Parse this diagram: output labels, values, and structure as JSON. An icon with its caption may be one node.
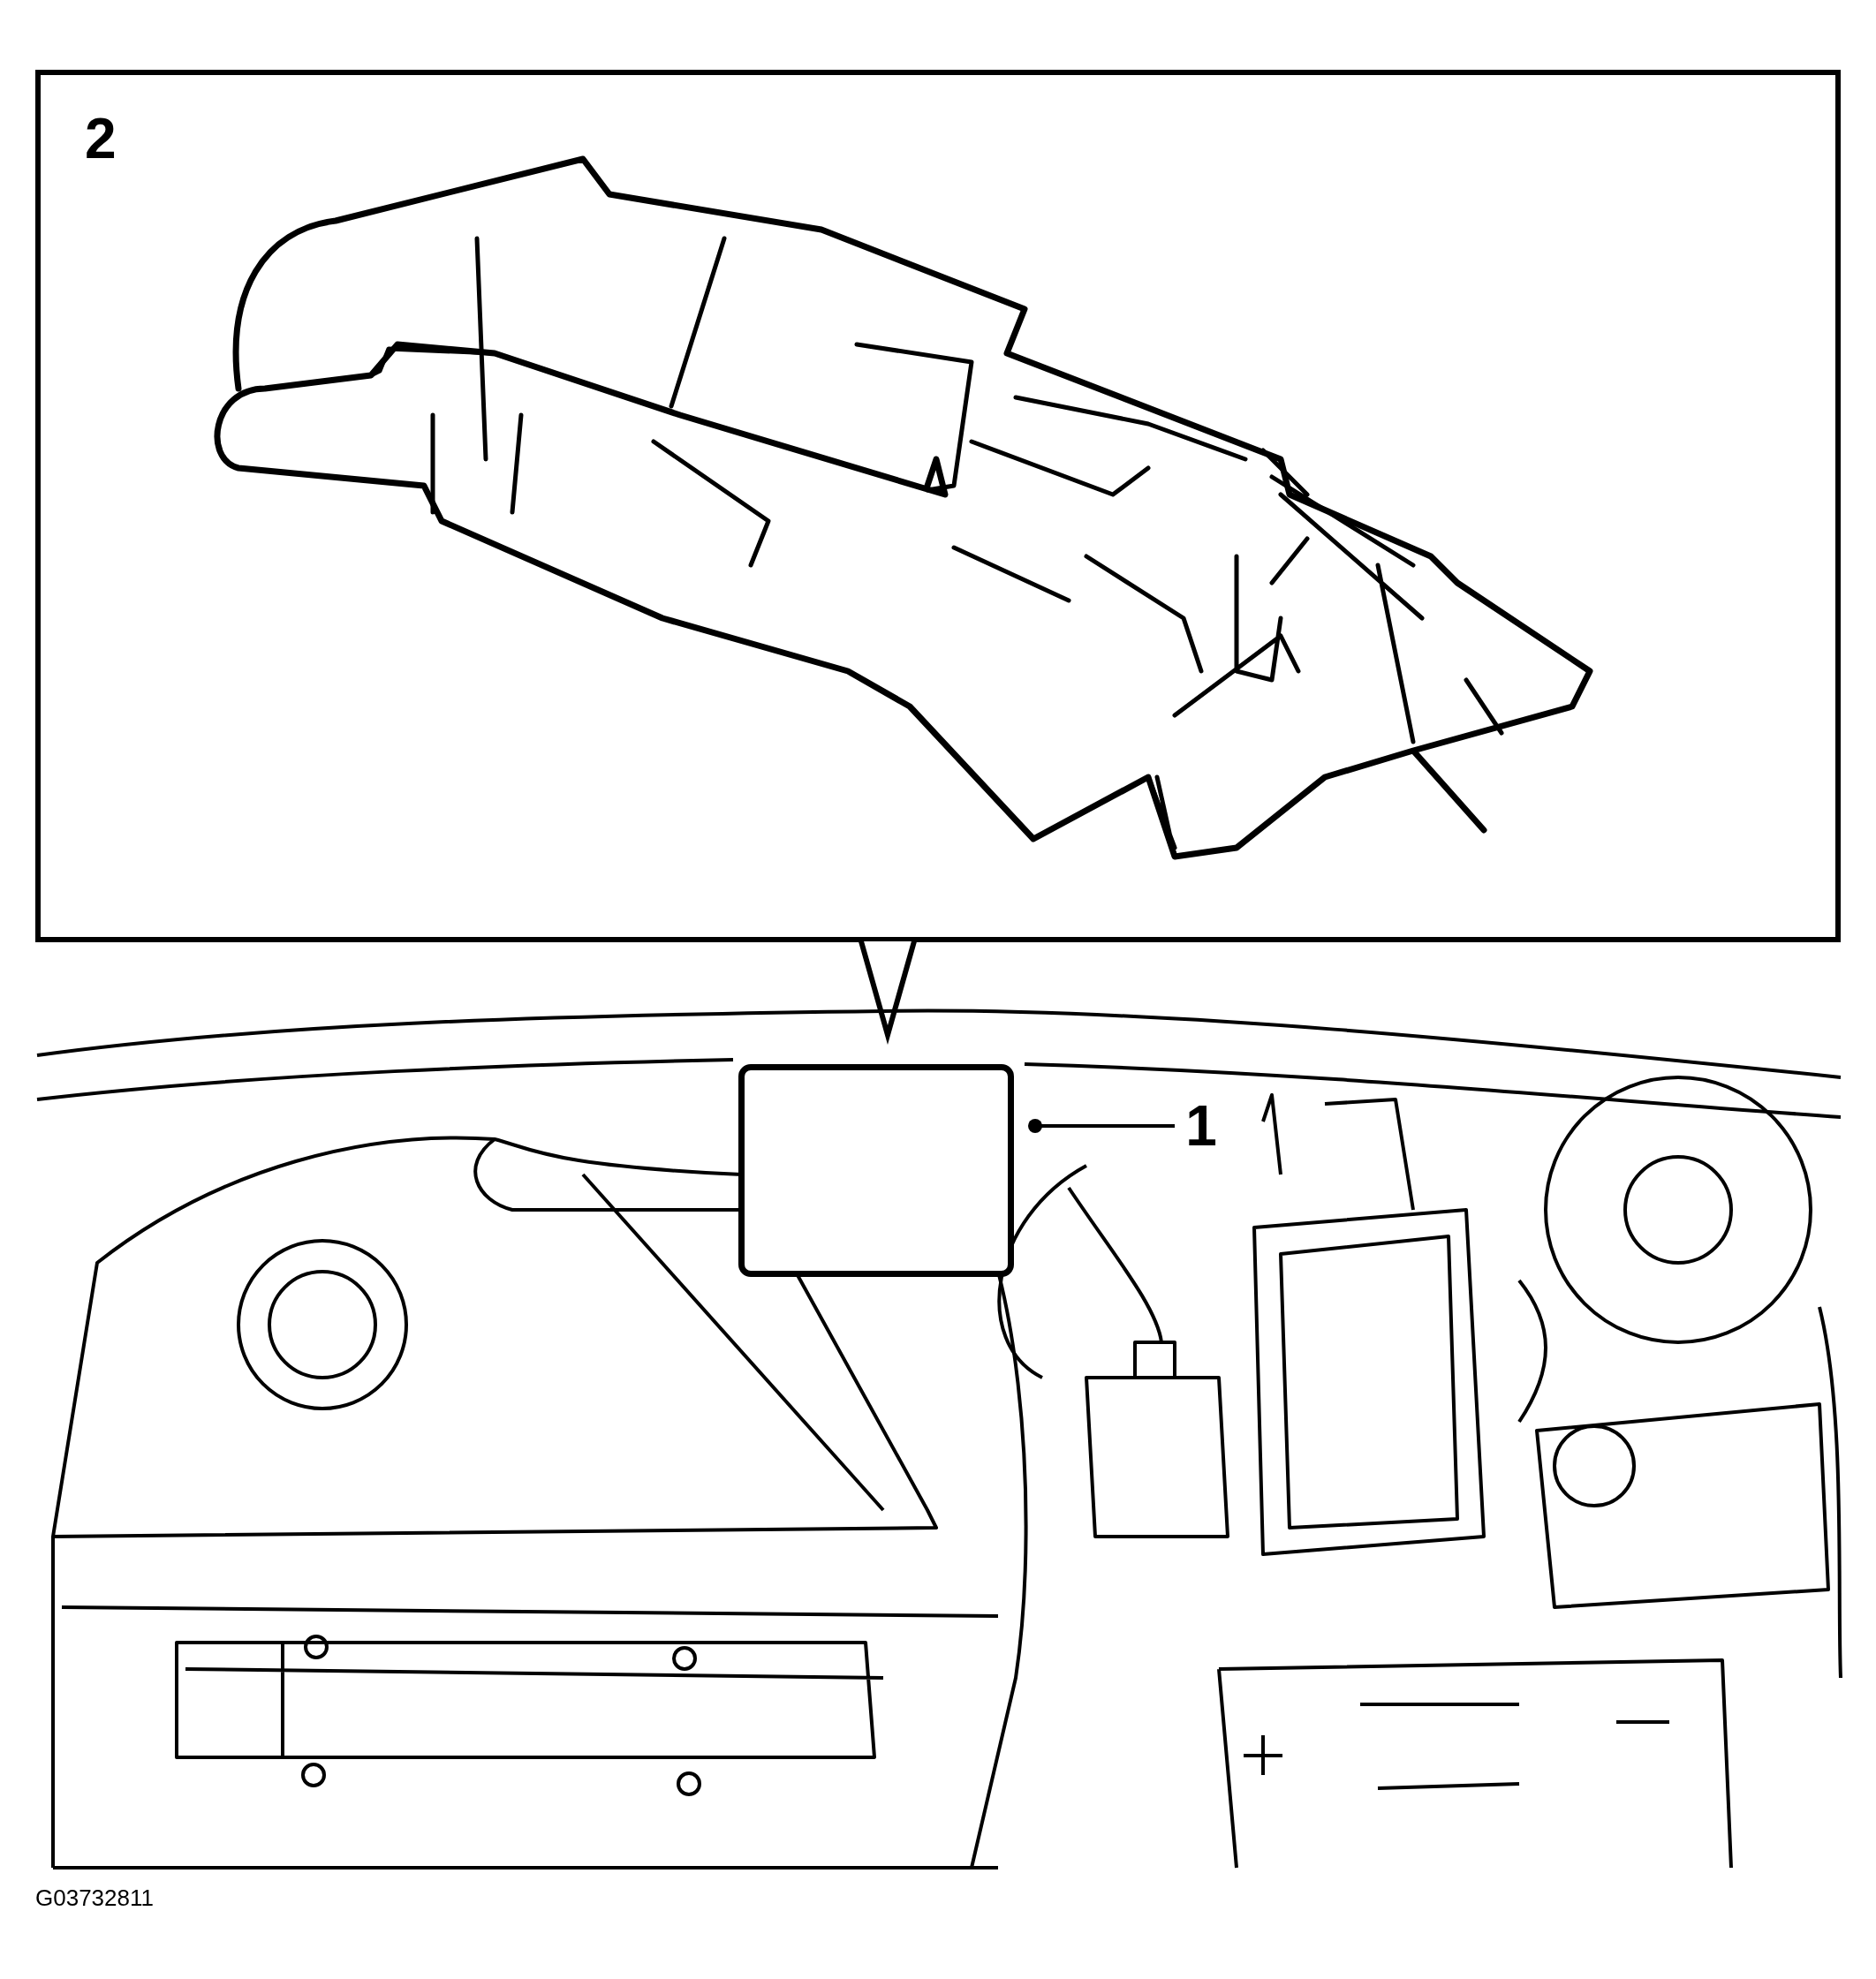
{
  "diagram": {
    "nodes": [
      {
        "text": [
          "2"
        ]
      },
      {
        "text": [
          "1"
        ]
      },
      {
        "text": [],
        "shape": "box"
      }
    ],
    "edges": [
      {
        "from": 1,
        "to": 2,
        "arrow": "other"
      }
    ],
    "labels": [
      "G03732811"
    ]
  }
}
